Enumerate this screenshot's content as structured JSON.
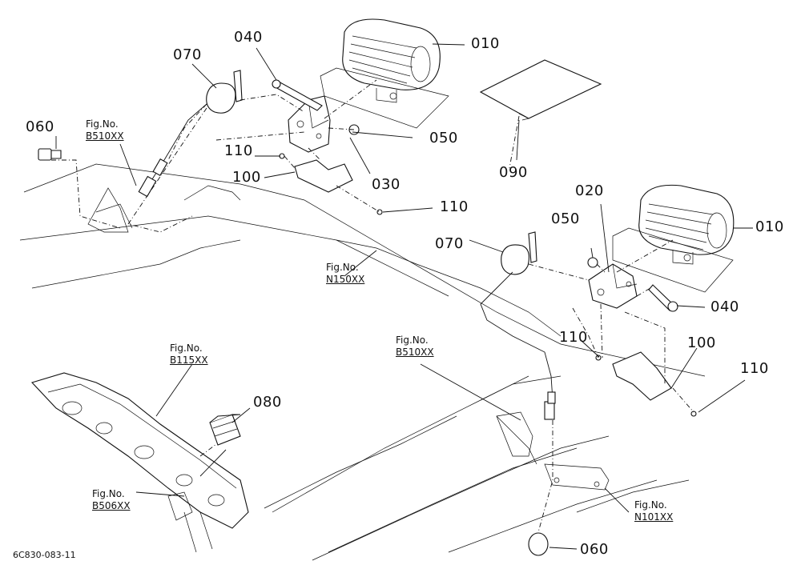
{
  "part_numbers": {
    "p010_a": "010",
    "p010_b": "010",
    "p020": "020",
    "p030": "030",
    "p040_a": "040",
    "p040_b": "040",
    "p050_a": "050",
    "p050_b": "050",
    "p060_a": "060",
    "p060_b": "060",
    "p070_a": "070",
    "p070_b": "070",
    "p080": "080",
    "p090": "090",
    "p100_a": "100",
    "p100_b": "100",
    "p110_a": "110",
    "p110_b": "110",
    "p110_c": "110",
    "p110_d": "110"
  },
  "figure_refs": {
    "b510_left": {
      "label": "Fig.No.",
      "code": "B510XX"
    },
    "n150": {
      "label": "Fig.No.",
      "code": "N150XX"
    },
    "b510_right": {
      "label": "Fig.No.",
      "code": "B510XX"
    },
    "b115": {
      "label": "Fig.No.",
      "code": "B115XX"
    },
    "b506": {
      "label": "Fig.No.",
      "code": "B506XX"
    },
    "n101": {
      "label": "Fig.No.",
      "code": "N101XX"
    }
  },
  "drawing_code": "6C830-083-11"
}
